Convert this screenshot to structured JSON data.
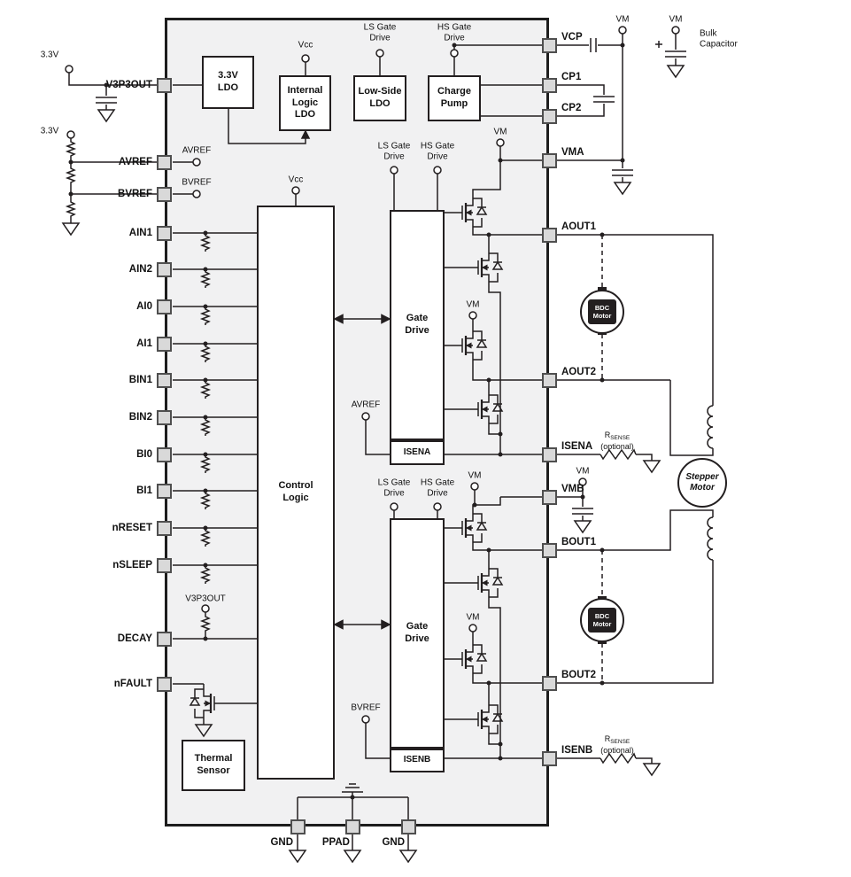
{
  "pins": {
    "left": [
      "V3P3OUT",
      "AVREF",
      "BVREF",
      "AIN1",
      "AIN2",
      "AI0",
      "AI1",
      "BIN1",
      "BIN2",
      "BI0",
      "BI1",
      "nRESET",
      "nSLEEP",
      "DECAY",
      "nFAULT"
    ],
    "right": [
      "VCP",
      "CP1",
      "CP2",
      "VMA",
      "AOUT1",
      "AOUT2",
      "ISENA",
      "VMB",
      "BOUT1",
      "BOUT2",
      "ISENB"
    ],
    "bottom": [
      "GND",
      "PPAD",
      "GND"
    ]
  },
  "blocks": {
    "ldo_3v3": "3.3V\nLDO",
    "internal_logic_ldo": "Internal\nLogic\nLDO",
    "low_side_ldo": "Low-Side\nLDO",
    "charge_pump": "Charge\nPump",
    "control_logic": "Control\nLogic",
    "gate_drive_a": "Gate\nDrive",
    "gate_drive_b": "Gate\nDrive",
    "isena": "ISENA",
    "isenb": "ISENB",
    "thermal_sensor": "Thermal\nSensor"
  },
  "labels": {
    "v33": "3.3V",
    "vcc": "Vcc",
    "vm": "VM",
    "avref": "AVREF",
    "bvref": "BVREF",
    "v3p3out": "V3P3OUT",
    "ls_gate_drive": "LS Gate\nDrive",
    "hs_gate_drive": "HS Gate\nDrive",
    "bulk_capacitor": "Bulk\nCapacitor",
    "bdc_motor": "BDC\nMotor",
    "stepper_motor": "Stepper\nMotor",
    "rsense_r": "R",
    "rsense_sub": "SENSE",
    "rsense_optional": "(optional)"
  },
  "colors": {
    "wire": "#231f20",
    "chip_fill": "#f1f1f2",
    "pin_fill": "#d9d9d9",
    "block_fill": "#ffffff"
  }
}
